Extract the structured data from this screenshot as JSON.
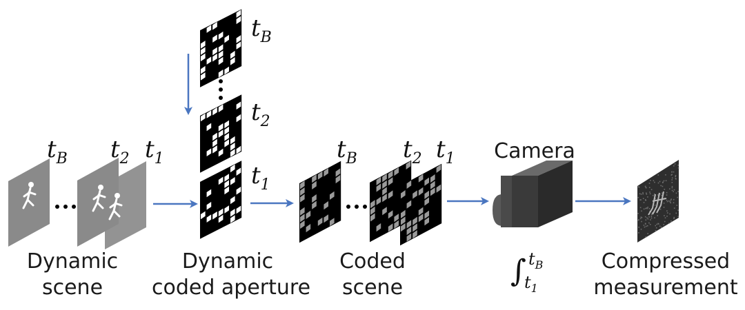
{
  "labels": {
    "dynamic_scene_line1": "Dynamic",
    "dynamic_scene_line2": "scene",
    "coded_aperture_line1": "Dynamic",
    "coded_aperture_line2": "coded aperture",
    "coded_scene_line1": "Coded",
    "coded_scene_line2": "scene",
    "camera": "Camera",
    "measurement_line1": "Compressed",
    "measurement_line2": "measurement"
  },
  "time_labels": {
    "t_base": "t",
    "B": "B",
    "two": "2",
    "one": "1",
    "dots": "···"
  },
  "integral": {
    "symbol": "∫",
    "lower": "t",
    "lower_sub": "1",
    "upper": "t",
    "upper_sub": "B"
  },
  "colors": {
    "arrow": "#4a76c0",
    "frame": "#8a8a8a",
    "mask_black": "#000000",
    "mask_white": "#ffffff",
    "coded_cell": "#9a9a9a",
    "camera_front": "#3a3a3a",
    "camera_top": "#6a6a6a",
    "camera_side": "#2a2a2a"
  }
}
